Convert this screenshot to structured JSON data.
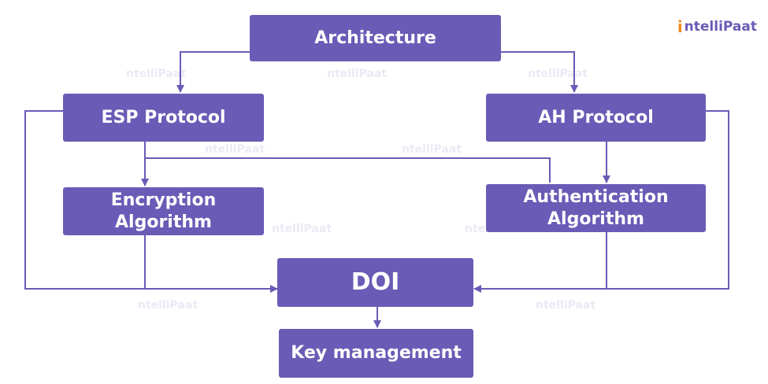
{
  "logo": {
    "text": "ntelliPaat",
    "mark": "i"
  },
  "watermark": "ntelliPaat",
  "nodes": {
    "architecture": "Architecture",
    "esp": "ESP Protocol",
    "ah": "AH Protocol",
    "encryption_line1": "Encryption",
    "encryption_line2": "Algorithm",
    "authentication_line1": "Authentication",
    "authentication_line2": "Algorithm",
    "doi": "DOI",
    "key_management": "Key management"
  },
  "colors": {
    "node_fill": "#6a5bb6",
    "line": "#6a5bb6",
    "logo_accent": "#f08a24"
  }
}
